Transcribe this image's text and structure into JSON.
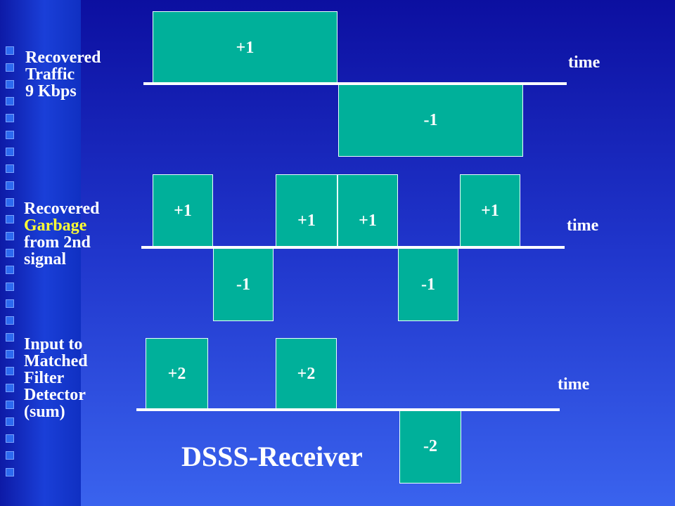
{
  "diagram": {
    "title": "DSSS-Receiver",
    "rows": [
      {
        "label_lines": [
          "Recovered",
          "Traffic",
          "9 Kbps"
        ],
        "highlight_line": -1,
        "axis_label": "time",
        "pulses": [
          {
            "text": "+1",
            "value": 1
          },
          {
            "text": "-1",
            "value": -1
          }
        ]
      },
      {
        "label_lines": [
          "Recovered",
          "Garbage",
          "from 2nd",
          "signal"
        ],
        "highlight_line": 1,
        "axis_label": "time",
        "pulses": [
          {
            "text": "+1",
            "value": 1
          },
          {
            "text": "-1",
            "value": -1
          },
          {
            "text": "+1",
            "value": 1
          },
          {
            "text": "+1",
            "value": 1
          },
          {
            "text": "-1",
            "value": -1
          },
          {
            "text": "+1",
            "value": 1
          }
        ]
      },
      {
        "label_lines": [
          "Input to",
          "Matched",
          "Filter",
          "Detector",
          "(sum)"
        ],
        "highlight_line": -1,
        "axis_label": "time",
        "pulses": [
          {
            "text": "+2",
            "value": 2
          },
          {
            "text": "+2",
            "value": 2
          },
          {
            "text": "-2",
            "value": -2
          }
        ]
      }
    ]
  },
  "colors": {
    "pulse_fill": "#00b09a",
    "highlight_text": "#ffff33",
    "text": "#ffffff"
  }
}
